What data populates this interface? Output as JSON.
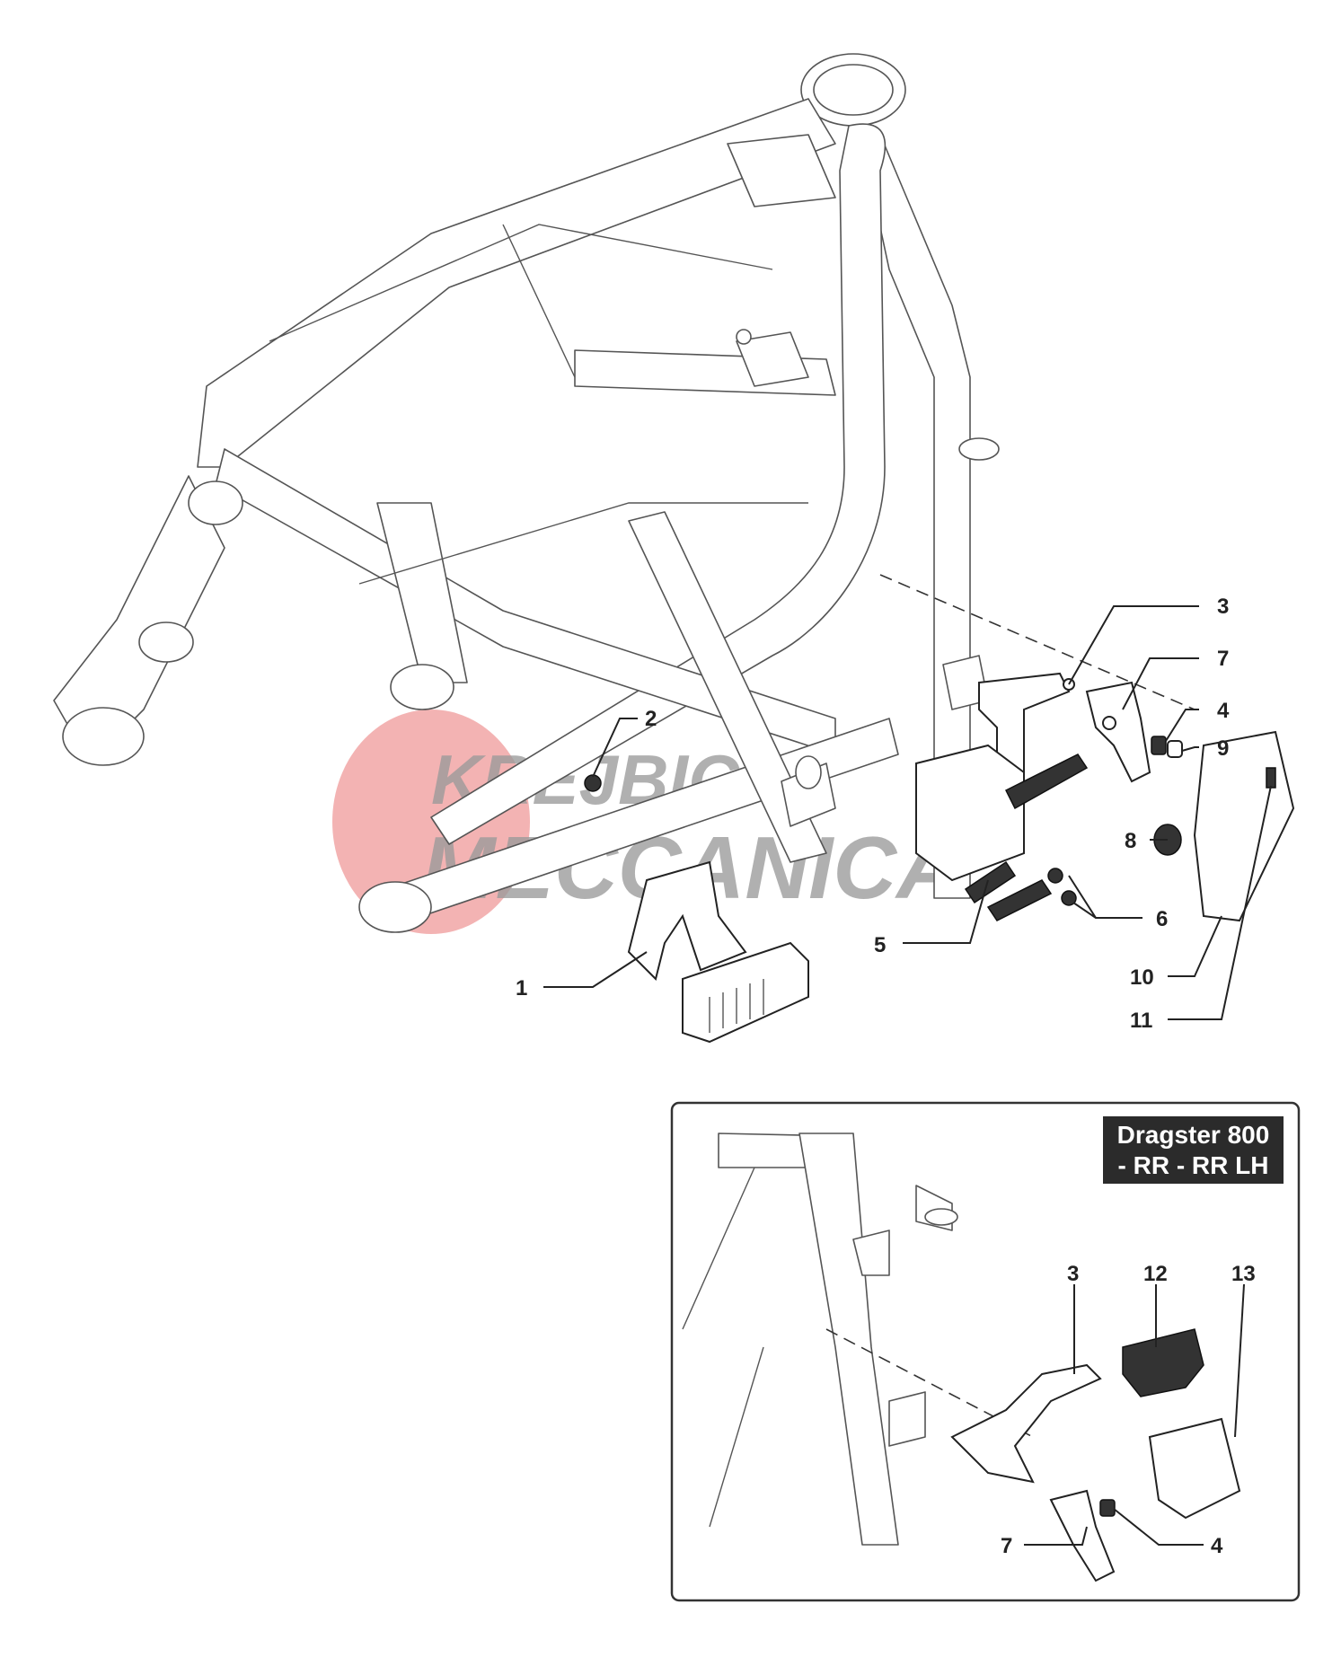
{
  "watermark": {
    "line1": "KREJBICH",
    "line2": "MECCANICA",
    "accent_color": "#f0a0a0"
  },
  "main_callouts": [
    {
      "id": "1",
      "label": "1"
    },
    {
      "id": "2",
      "label": "2"
    },
    {
      "id": "3",
      "label": "3"
    },
    {
      "id": "4",
      "label": "4"
    },
    {
      "id": "5",
      "label": "5"
    },
    {
      "id": "6",
      "label": "6"
    },
    {
      "id": "7",
      "label": "7"
    },
    {
      "id": "8",
      "label": "8"
    },
    {
      "id": "9",
      "label": "9"
    },
    {
      "id": "10",
      "label": "10"
    },
    {
      "id": "11",
      "label": "11"
    }
  ],
  "inset": {
    "title_line1": "Dragster 800",
    "title_line2": "- RR - RR LH",
    "callouts": [
      {
        "id": "3",
        "label": "3"
      },
      {
        "id": "12",
        "label": "12"
      },
      {
        "id": "13",
        "label": "13"
      },
      {
        "id": "7",
        "label": "7"
      },
      {
        "id": "4",
        "label": "4"
      }
    ]
  }
}
